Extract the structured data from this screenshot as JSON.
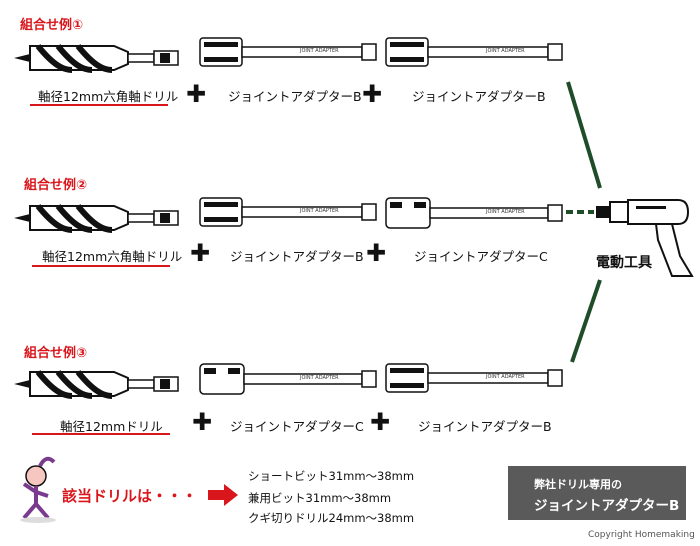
{
  "examples": [
    {
      "title": "組合せ例①",
      "labels": [
        "軸径12mm六角軸ドリル",
        "ジョイントアダプターB",
        "ジョイントアダプターB"
      ]
    },
    {
      "title": "組合せ例②",
      "labels": [
        "軸径12mm六角軸ドリル",
        "ジョイントアダプターB",
        "ジョイントアダプターC"
      ]
    },
    {
      "title": "組合せ例③",
      "labels": [
        "軸径12mmドリル",
        "ジョイントアダプターC",
        "ジョイントアダプターB"
      ]
    }
  ],
  "plus_sign": "✚",
  "tool_label": "電動工具",
  "drill_note": "該当ドリルは・・・",
  "drill_types": [
    "ショートビット31mm〜38mm",
    "兼用ビット31mm〜38mm",
    "クギ切りドリル24mm〜38mm"
  ],
  "badge": {
    "line1": "弊社ドリル専用の",
    "line2": "ジョイントアダプターB"
  },
  "engraving": "JOINT ADAPTER",
  "copyright": "Copyright Homemaking",
  "colors": {
    "accent_red": "#d9161c",
    "line_green": "#1f4d2a",
    "badge_gray": "#5a5a5a"
  }
}
